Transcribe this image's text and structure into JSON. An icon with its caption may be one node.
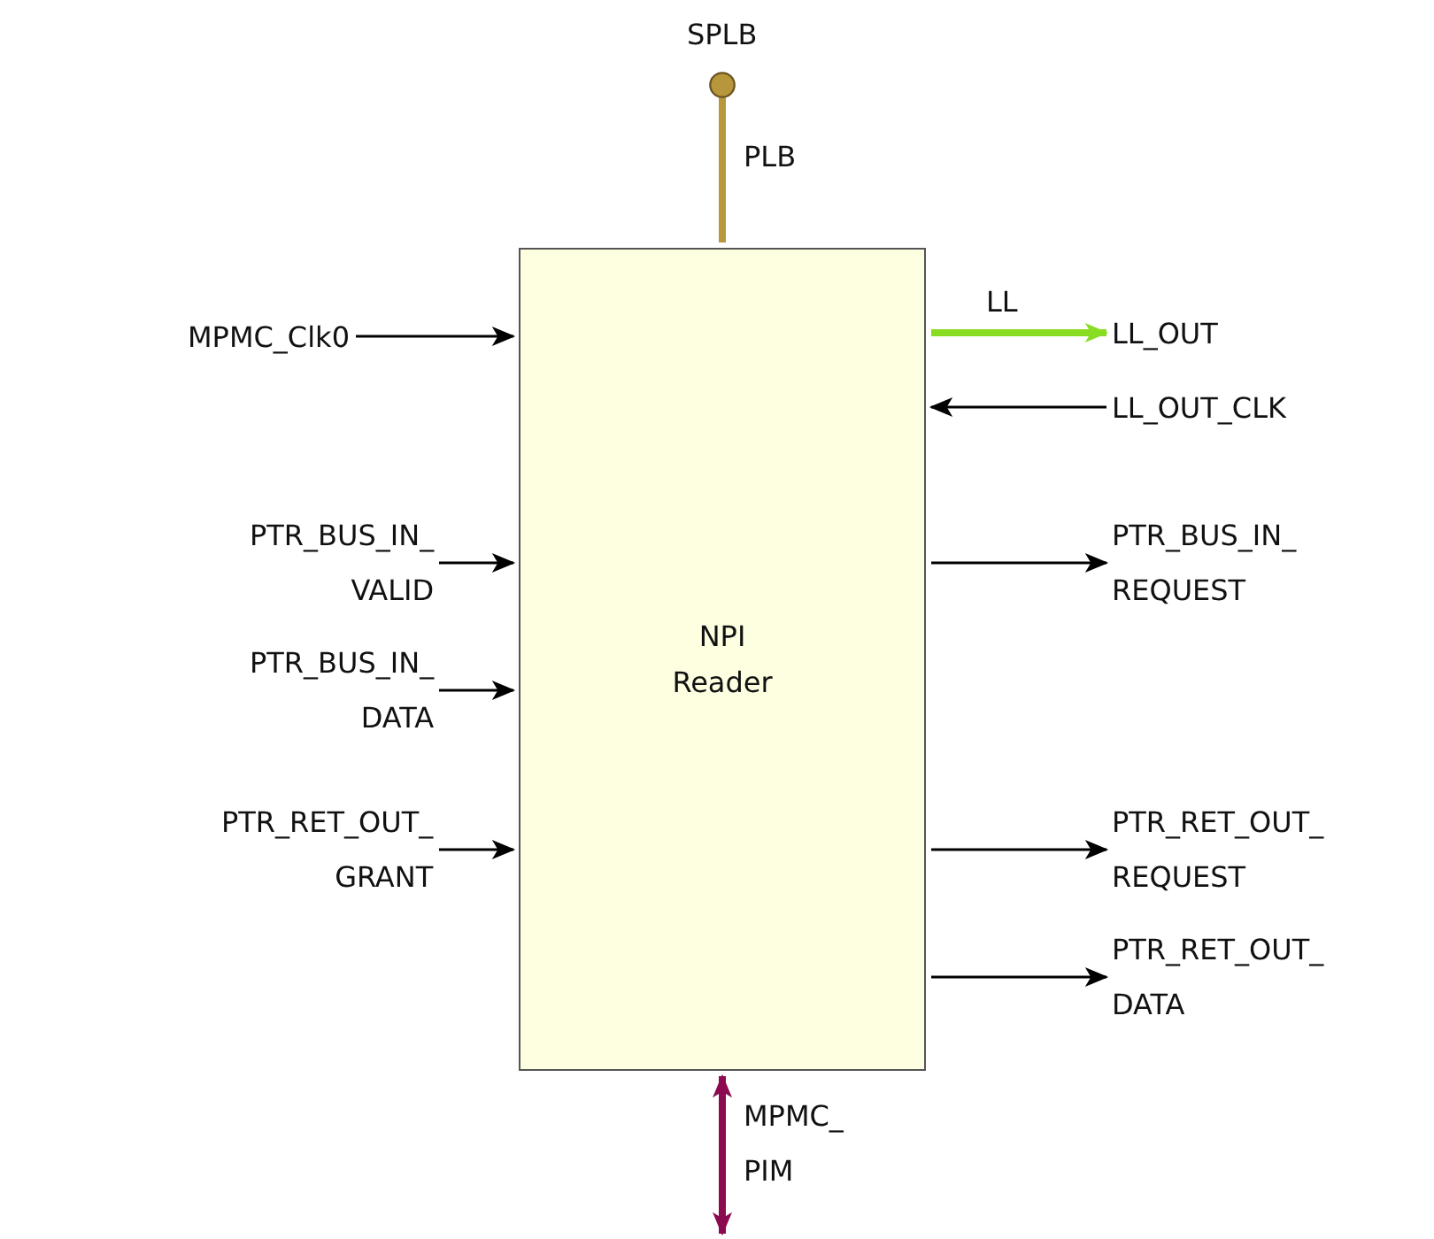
{
  "diagram": {
    "nodes": [
      {
        "text": [
          "SPLB"
        ]
      },
      {
        "text": [
          "NPI Reader"
        ]
      },
      {
        "text": [
          "MPMC_Clk0"
        ]
      },
      {
        "text": [
          "LL_OUT"
        ]
      },
      {
        "text": [
          "LL_OUT_CLK"
        ]
      },
      {
        "text": [
          "PTR_BUS_IN_ VALID"
        ]
      },
      {
        "text": [
          "PTR_BUS_IN_ REQUEST"
        ]
      },
      {
        "text": [
          "PTR_BUS_IN_ DATA"
        ]
      },
      {
        "text": [
          "PTR_RET_OUT_ GRANT"
        ]
      },
      {
        "text": [
          "PTR_RET_OUT_ REQUEST"
        ]
      },
      {
        "text": [
          "PTR_RET_OUT_ DATA"
        ]
      }
    ],
    "edges": [
      {
        "from": 0,
        "to": 1,
        "arrow": "other",
        "label": "PLB",
        "style": "thick",
        "color": "#b8963c"
      },
      {
        "from": 2,
        "to": 1,
        "arrow": "to"
      },
      {
        "from": 1,
        "to": 3,
        "arrow": "to",
        "label": "LL",
        "style": "thick",
        "color": "#88dd22"
      },
      {
        "from": 4,
        "to": 1,
        "arrow": "to"
      },
      {
        "from": 5,
        "to": 1,
        "arrow": "to"
      },
      {
        "from": 1,
        "to": 6,
        "arrow": "to"
      },
      {
        "from": 7,
        "to": 1,
        "arrow": "to"
      },
      {
        "from": 8,
        "to": 1,
        "arrow": "to"
      },
      {
        "from": 1,
        "to": 9,
        "arrow": "to"
      },
      {
        "from": 1,
        "to": 10,
        "arrow": "to"
      },
      {
        "from": 1,
        "to": null,
        "arrow": "both",
        "label": "MPMC_ PIM",
        "style": "thick",
        "color": "#8b0a50"
      }
    ]
  }
}
